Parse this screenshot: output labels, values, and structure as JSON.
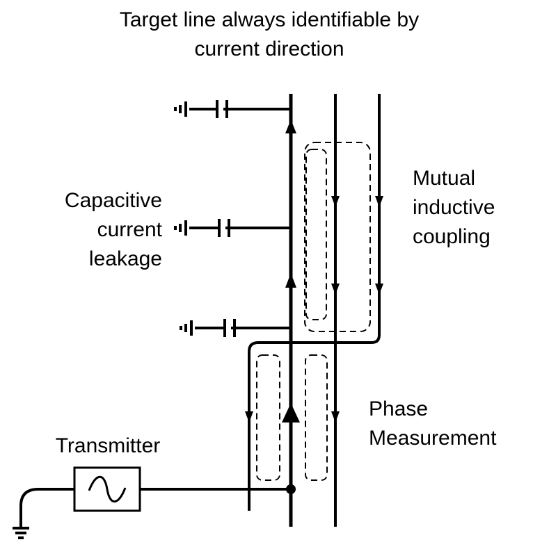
{
  "title": {
    "line1": "Target line always identifiable by",
    "line2": "current direction"
  },
  "labels": {
    "capacitive": [
      "Capacitive",
      "current",
      "leakage"
    ],
    "mutual": [
      "Mutual",
      "inductive",
      "coupling"
    ],
    "phase": [
      "Phase",
      "Measurement"
    ],
    "transmitter": "Transmitter"
  },
  "symbols": {
    "transmitter": "sine-wave-source-icon",
    "ground": "ground-icon",
    "capacitor": "capacitor-icon"
  },
  "colors": {
    "line": "#000000",
    "background": "#ffffff"
  }
}
